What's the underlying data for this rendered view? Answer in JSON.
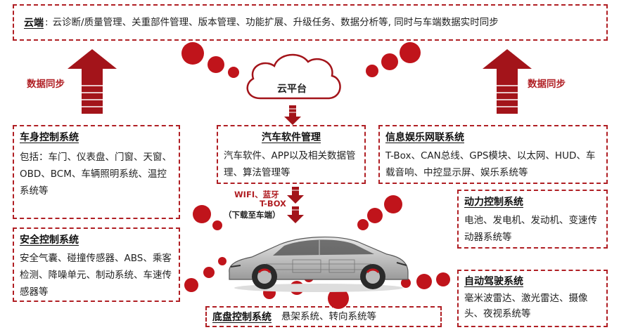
{
  "cloud_banner": {
    "title": "云端",
    "separator": ":",
    "text": "云诊断/质量管理、关重部件管理、版本管理、功能扩展、升级任务、数据分析等, 同时与车端数据实时同步"
  },
  "cloud_platform": {
    "label": "云平台"
  },
  "sync_left": {
    "label": "数据同步"
  },
  "sync_right": {
    "label": "数据同步"
  },
  "body_control": {
    "title": "车身控制系统",
    "body": "包括：车门、仪表盘、门窗、天窗、OBD、BCM、车辆照明系统、温控系统等"
  },
  "software_mgmt": {
    "title": "汽车软件管理",
    "body": "汽车软件、APP以及相关数据管理、算法管理等"
  },
  "infotainment": {
    "title": "信息娱乐网联系统",
    "body": "T-Box、CAN总线、GPS模块、以太网、HUD、车载音响、中控显示屏、娱乐系统等"
  },
  "connectivity": {
    "wireless": "WIFI、蓝牙",
    "tbox": "T-BOX",
    "download": "（下载至车端）"
  },
  "power_control": {
    "title": "动力控制系统",
    "body": "电池、发电机、发动机、变速传动器系统等"
  },
  "safety_control": {
    "title": "安全控制系统",
    "body": "安全气囊、碰撞传感器、ABS、乘客检测、降噪单元、制动系统、车速传感器等"
  },
  "autonomous": {
    "title": "自动驾驶系统",
    "body": "毫米波雷达、激光雷达、摄像头、夜视系统等"
  },
  "chassis": {
    "title": "底盘控制系统",
    "body": "悬架系统、转向系统等"
  },
  "colors": {
    "accent": "#b01f24",
    "dot": "#c0141b",
    "arrow": "#a3141a"
  }
}
